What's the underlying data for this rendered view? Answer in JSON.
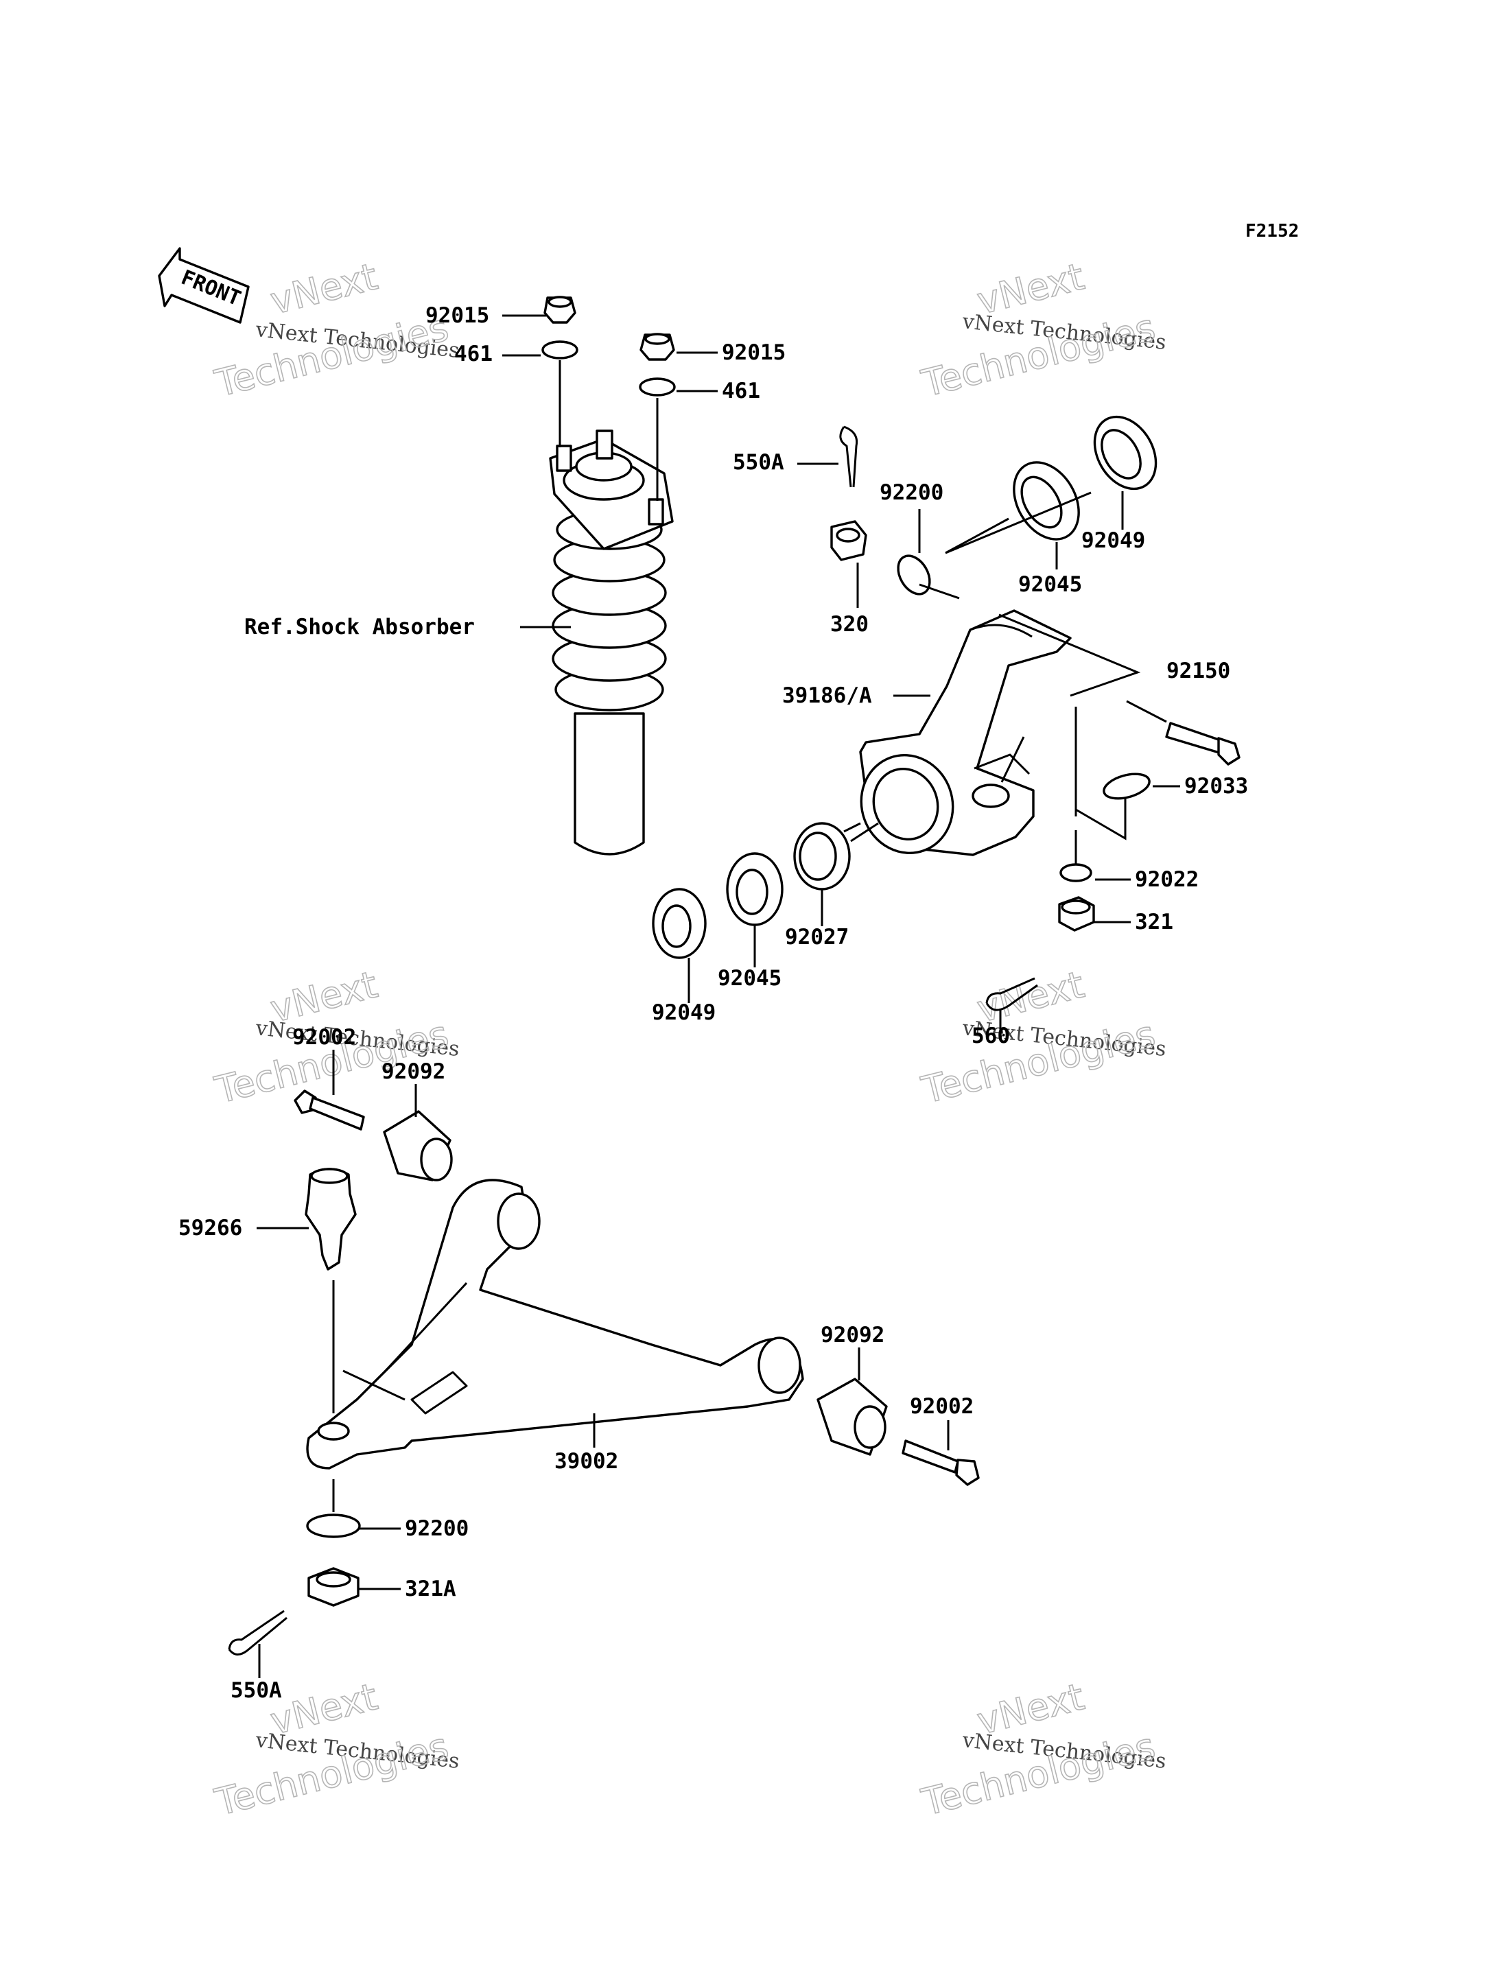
{
  "figure_id": "F2152",
  "front_label": "FRONT",
  "watermark": {
    "line1": "vNext",
    "line2": "vNext Technologies",
    "line3": "Technologies"
  },
  "labels": {
    "nut_top_left": "92015",
    "washer_top_left": "461",
    "nut_top_right": "92015",
    "washer_top_right": "461",
    "shock_ref": "Ref.Shock Absorber",
    "cotter_pin_top": "550A",
    "castle_nut_top": "320",
    "washer_knuckle": "92200",
    "bearing_knuckle_top": "92045",
    "seal_knuckle_top": "92049",
    "knuckle": "39186/A",
    "bolt_knuckle": "92150",
    "circlip": "92033",
    "washer_lower_knuckle": "92022",
    "castle_nut_lower_knuckle": "321",
    "cotter_pin_lower_knuckle": "560",
    "collar": "92027",
    "bearing_hub": "92045",
    "seal_hub": "92049",
    "bolt_arm_left": "92002",
    "bushing_arm_left": "92092",
    "ball_joint": "59266",
    "bushing_arm_right": "92092",
    "bolt_arm_right": "92002",
    "arm": "39002",
    "washer_arm": "92200",
    "castle_nut_arm": "321A",
    "cotter_pin_arm": "550A"
  }
}
